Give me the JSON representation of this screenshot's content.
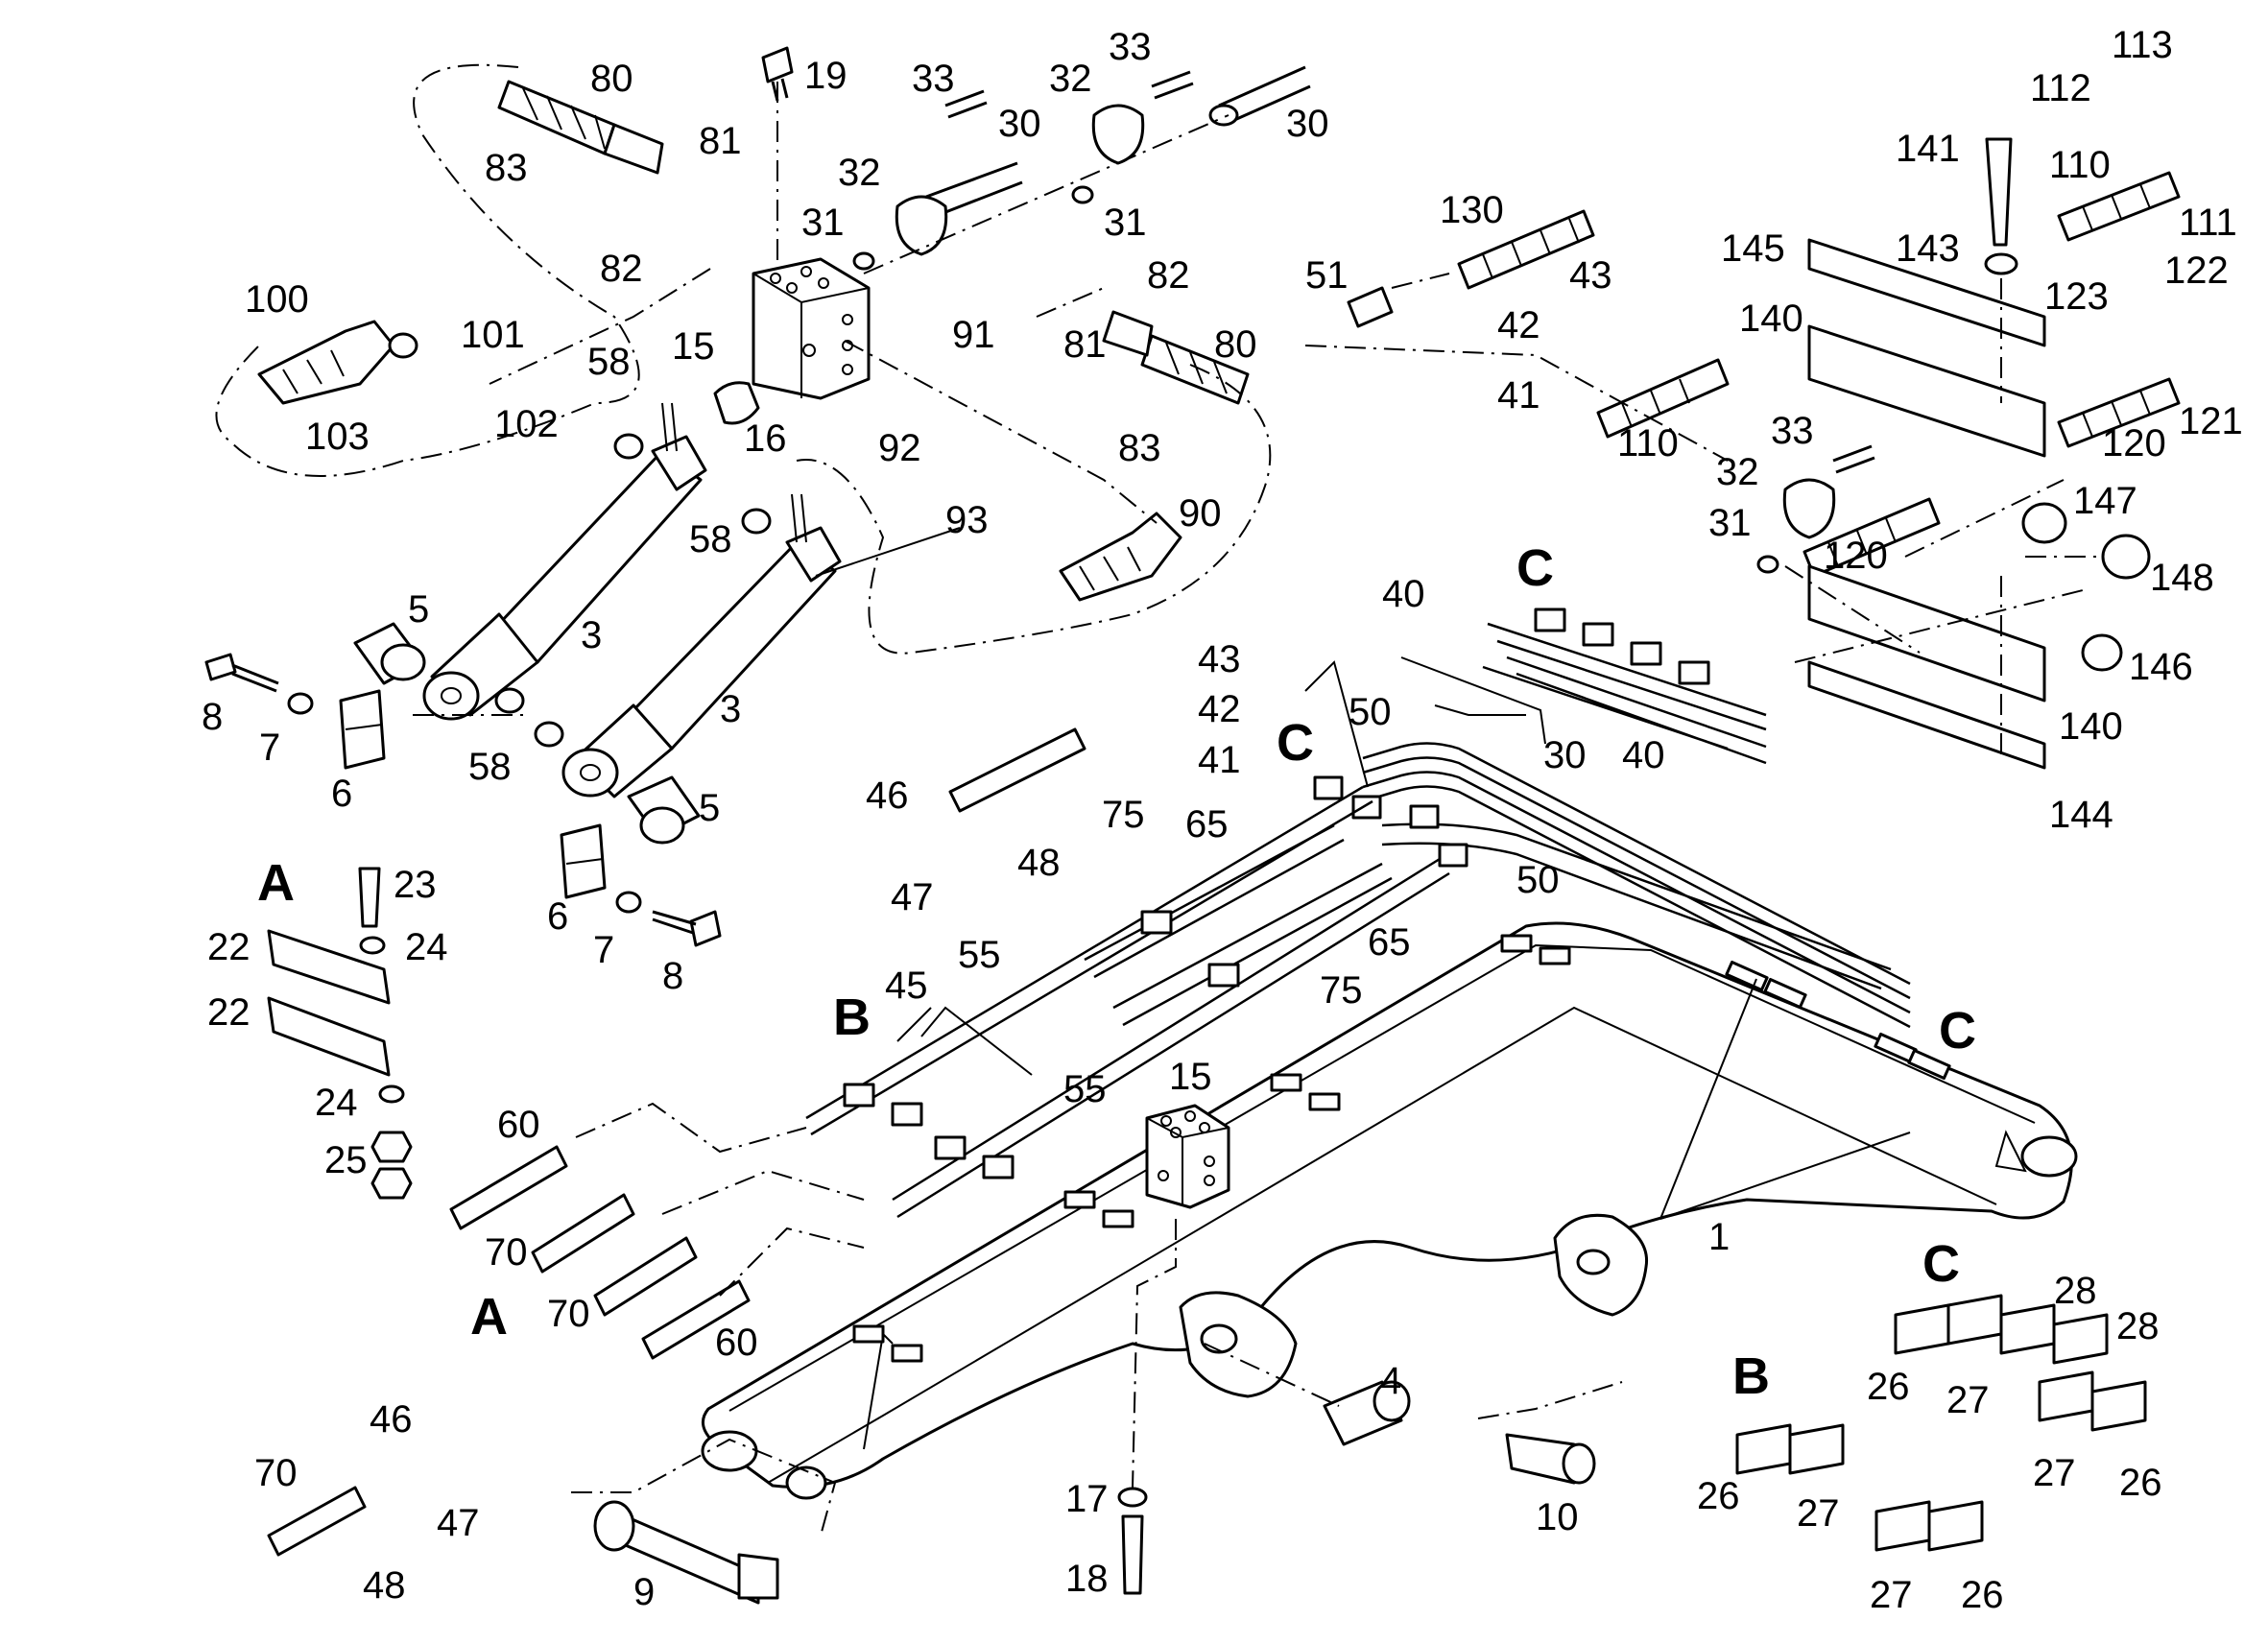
{
  "callouts": {
    "c1": "1",
    "c3a": "3",
    "c3b": "3",
    "c4": "4",
    "c5a": "5",
    "c5b": "5",
    "c6a": "6",
    "c6b": "6",
    "c7a": "7",
    "c7b": "7",
    "c8a": "8",
    "c8b": "8",
    "c9": "9",
    "c10": "10",
    "c15a": "15",
    "c15b": "15",
    "c16": "16",
    "c17": "17",
    "c18": "18",
    "c19": "19",
    "c22a": "22",
    "c22b": "22",
    "c23": "23",
    "c24a": "24",
    "c24b": "24",
    "c25": "25",
    "c26a": "26",
    "c26b": "26",
    "c26c": "26",
    "c26d": "26",
    "c27a": "27",
    "c27b": "27",
    "c27c": "27",
    "c27d": "27",
    "c28a": "28",
    "c28b": "28",
    "c30a": "30",
    "c30b": "30",
    "c30c": "30",
    "c31a": "31",
    "c31b": "31",
    "c31c": "31",
    "c32a": "32",
    "c32b": "32",
    "c32c": "32",
    "c33a": "33",
    "c33b": "33",
    "c33c": "33",
    "c40a": "40",
    "c40b": "40",
    "c41a": "41",
    "c41b": "41",
    "c42a": "42",
    "c42b": "42",
    "c43a": "43",
    "c43b": "43",
    "c45": "45",
    "c46a": "46",
    "c46b": "46",
    "c47a": "47",
    "c47b": "47",
    "c48a": "48",
    "c48b": "48",
    "c50a": "50",
    "c50b": "50",
    "c51": "51",
    "c55a": "55",
    "c55b": "55",
    "c58a": "58",
    "c58b": "58",
    "c58c": "58",
    "c60a": "60",
    "c60b": "60",
    "c65a": "65",
    "c65b": "65",
    "c70a": "70",
    "c70b": "70",
    "c70c": "70",
    "c75a": "75",
    "c75b": "75",
    "c80a": "80",
    "c80b": "80",
    "c81a": "81",
    "c81b": "81",
    "c82a": "82",
    "c82b": "82",
    "c83a": "83",
    "c83b": "83",
    "c90": "90",
    "c91": "91",
    "c92": "92",
    "c93": "93",
    "c100": "100",
    "c101": "101",
    "c102": "102",
    "c103": "103",
    "c110a": "110",
    "c110b": "110",
    "c111": "111",
    "c112": "112",
    "c113": "113",
    "c120a": "120",
    "c120b": "120",
    "c121": "121",
    "c122": "122",
    "c123": "123",
    "c130": "130",
    "c140a": "140",
    "c140b": "140",
    "c141": "141",
    "c143": "143",
    "c144": "144",
    "c145": "145",
    "c146": "146",
    "c147": "147",
    "c148": "148"
  },
  "section_letters": {
    "A1": "A",
    "A2": "A",
    "B1": "B",
    "B2": "B",
    "C1": "C",
    "C2": "C",
    "C3": "C",
    "C4": "C"
  }
}
